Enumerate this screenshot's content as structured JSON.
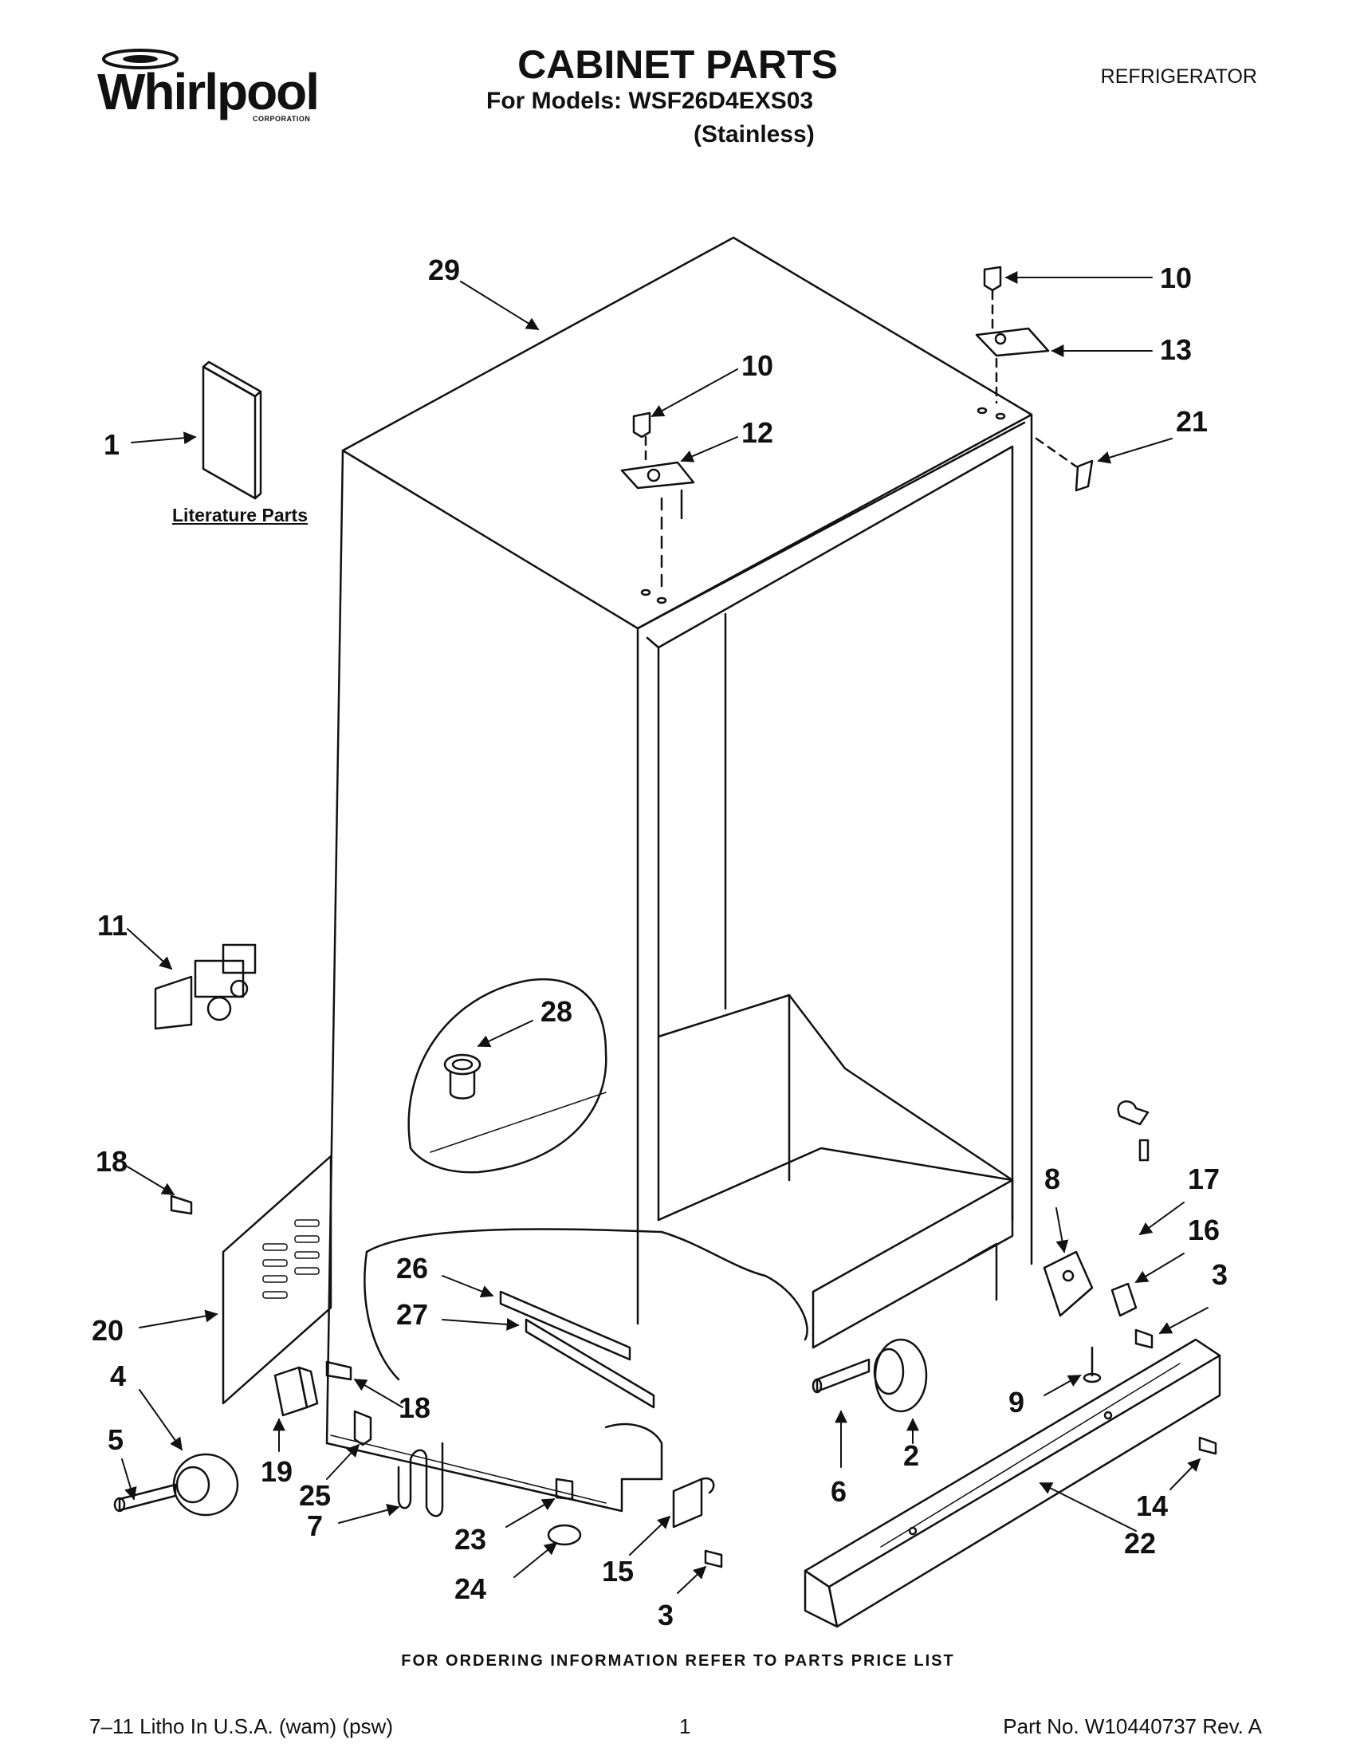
{
  "header": {
    "brand": "Whirlpool",
    "brand_sub": "CORPORATION",
    "title": "CABINET PARTS",
    "subtitle": "For Models: WSF26D4EXS03",
    "variant": "(Stainless)",
    "category": "REFRIGERATOR"
  },
  "diagram": {
    "literature_label": "Literature Parts",
    "callouts": [
      "1",
      "29",
      "10",
      "12",
      "10",
      "13",
      "21",
      "11",
      "28",
      "18",
      "20",
      "8",
      "17",
      "16",
      "3",
      "26",
      "27",
      "4",
      "5",
      "19",
      "18",
      "25",
      "7",
      "23",
      "24",
      "15",
      "3",
      "6",
      "2",
      "9",
      "14",
      "22"
    ]
  },
  "footer": {
    "ordering_note": "FOR ORDERING INFORMATION REFER TO PARTS PRICE LIST",
    "print_info": "7–11 Litho In U.S.A. (wam) (psw)",
    "page_number": "1",
    "part_number": "Part No. W10440737 Rev. A"
  },
  "colors": {
    "ink": "#111111",
    "background": "#ffffff"
  }
}
